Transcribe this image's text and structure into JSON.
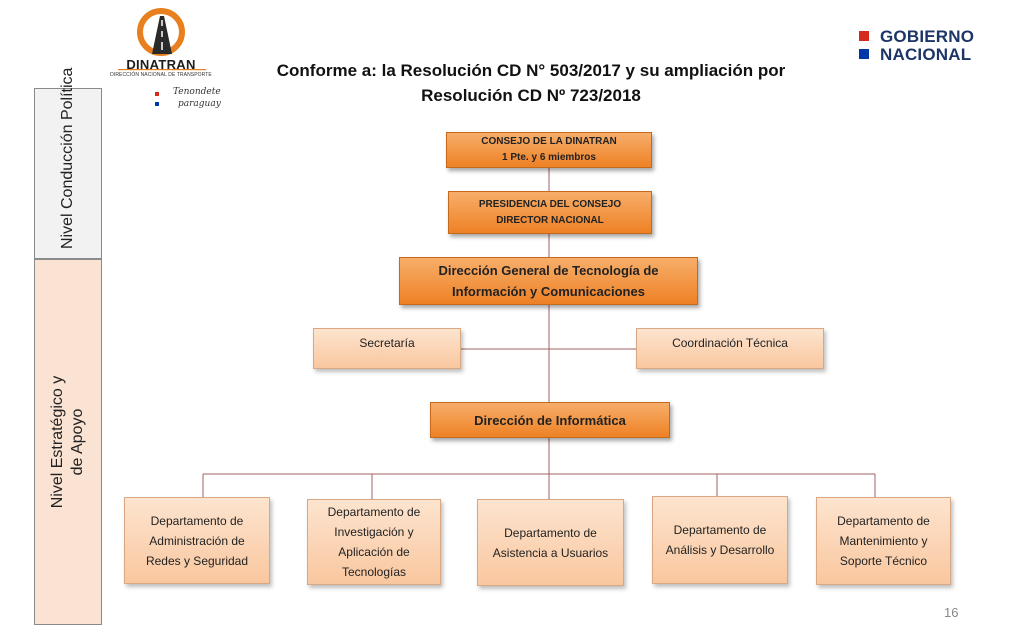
{
  "logo": {
    "name": "DINATRAN",
    "subtitle": "DIRECCIÓN NACIONAL DE TRANSPORTE",
    "slogan_line1": "Tenondete",
    "slogan_line2": "paraguay",
    "ring_color": "#e8801f"
  },
  "government": {
    "line1": "GOBIERNO",
    "line2": "NACIONAL",
    "text_color": "#1d3567",
    "flag_colors": [
      "#d52b1e",
      "#0038a8"
    ]
  },
  "title": {
    "line1": "Conforme a:  la Resolución CD N° 503/2017 y su ampliación por",
    "line2": "Resolución CD Nº 723/2018"
  },
  "levels": {
    "top": "Nivel Conducción Política",
    "bottom_line1": "Nivel Estratégico y",
    "bottom_line2": "de Apoyo",
    "top_color": "#f2f2f2",
    "bottom_color": "#fbe3d3"
  },
  "org": {
    "consejo": {
      "line1": "CONSEJO DE LA DINATRAN",
      "line2": "1 Pte. y 6 miembros"
    },
    "presidencia": {
      "line1": "PRESIDENCIA DEL CONSEJO",
      "line2": "DIRECTOR NACIONAL"
    },
    "direccion_general": {
      "line1": "Dirección General de Tecnología de",
      "line2": "Información y Comunicaciones"
    },
    "secretaria": "Secretaría",
    "coordinacion": "Coordinación Técnica",
    "direccion_informatica": "Dirección de Informática",
    "departments": [
      {
        "lines": [
          "Departamento de",
          "Administración de",
          "Redes y Seguridad"
        ]
      },
      {
        "lines": [
          "Departamento de",
          "Investigación y",
          "Aplicación de",
          "Tecnologías"
        ]
      },
      {
        "lines": [
          "Departamento de",
          "Asistencia a Usuarios"
        ]
      },
      {
        "lines": [
          "Departamento de",
          "Análisis y Desarrollo"
        ]
      },
      {
        "lines": [
          "Departamento de",
          "Mantenimiento y",
          "Soporte Técnico"
        ]
      }
    ]
  },
  "colors": {
    "strong_box": "#ee8125",
    "light_box": "#fbd3b2",
    "connector": "#a06060"
  },
  "page_number": "16"
}
